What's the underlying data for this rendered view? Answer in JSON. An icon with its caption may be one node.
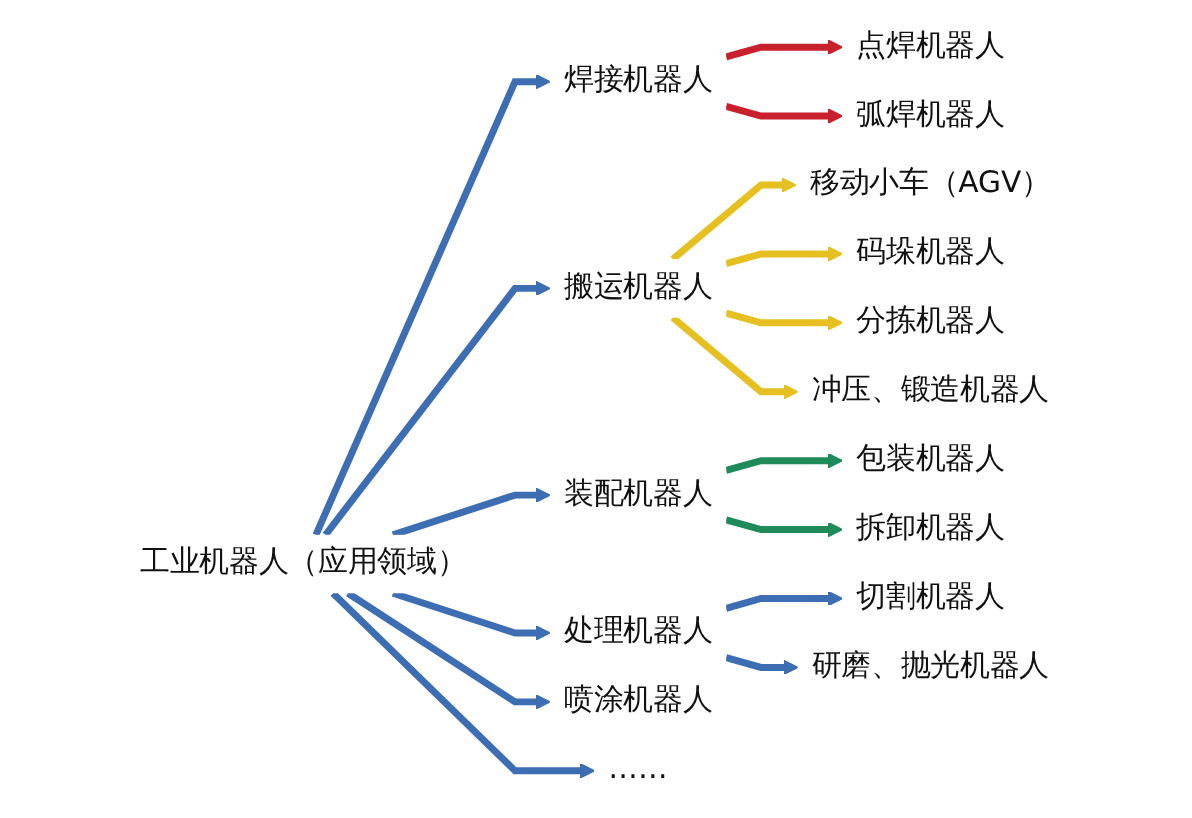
{
  "diagram": {
    "nodes": [
      {
        "text": [
          "工业机器人（应用领域）"
        ]
      },
      {
        "text": [
          "焊接机器人"
        ]
      },
      {
        "text": [
          "点焊机器人"
        ]
      },
      {
        "text": [
          "弧焊机器人"
        ]
      },
      {
        "text": [
          "搬运机器人"
        ]
      },
      {
        "text": [
          "移动小车（AGV）"
        ]
      },
      {
        "text": [
          "码垛机器人"
        ]
      },
      {
        "text": [
          "分拣机器人"
        ]
      },
      {
        "text": [
          "冲压、锻造机器人"
        ]
      },
      {
        "text": [
          "装配机器人"
        ]
      },
      {
        "text": [
          "包装机器人"
        ]
      },
      {
        "text": [
          "拆卸机器人"
        ]
      },
      {
        "text": [
          "处理机器人"
        ]
      },
      {
        "text": [
          "切割机器人"
        ]
      },
      {
        "text": [
          "研磨、抛光机器人"
        ]
      },
      {
        "text": [
          "喷涂机器人"
        ]
      },
      {
        "text": [
          "……"
        ]
      }
    ],
    "edges": [
      {
        "from": 0,
        "to": 1,
        "arrow": "to"
      },
      {
        "from": 1,
        "to": 2,
        "arrow": "to",
        "color": "#c8202c"
      },
      {
        "from": 1,
        "to": 3,
        "arrow": "to",
        "color": "#c8202c"
      },
      {
        "from": 0,
        "to": 4,
        "arrow": "to"
      },
      {
        "from": 4,
        "to": 5,
        "arrow": "to",
        "color": "#e6c020"
      },
      {
        "from": 4,
        "to": 6,
        "arrow": "to",
        "color": "#e6c020"
      },
      {
        "from": 4,
        "to": 7,
        "arrow": "to",
        "color": "#e6c020"
      },
      {
        "from": 4,
        "to": 8,
        "arrow": "to",
        "color": "#e6c020"
      },
      {
        "from": 0,
        "to": 9,
        "arrow": "to"
      },
      {
        "from": 9,
        "to": 10,
        "arrow": "to",
        "color": "#1f8a5a"
      },
      {
        "from": 9,
        "to": 11,
        "arrow": "to",
        "color": "#1f8a5a"
      },
      {
        "from": 0,
        "to": 12,
        "arrow": "to"
      },
      {
        "from": 12,
        "to": 13,
        "arrow": "to"
      },
      {
        "from": 12,
        "to": 14,
        "arrow": "to"
      },
      {
        "from": 0,
        "to": 15,
        "arrow": "to"
      },
      {
        "from": 0,
        "to": 16,
        "arrow": "to"
      }
    ]
  }
}
